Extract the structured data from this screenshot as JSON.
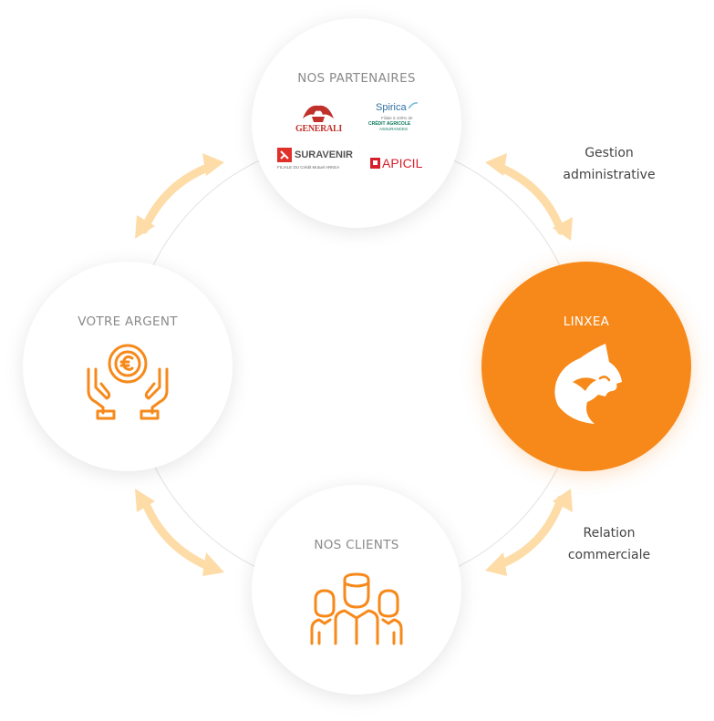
{
  "nodes": {
    "partners": {
      "title": "NOS PARTENAIRES",
      "logos": {
        "generali": "GENERALI",
        "spirica": "Spirica",
        "spirica_sub1": "Filiale à 100% de",
        "spirica_sub2": "CRÉDIT AGRICOLE",
        "spirica_sub3": "ASSURANCES",
        "suravenir": "SURAVENIR",
        "suravenir_sub": "FILIALE DU Crédit Mutuel ARKEA",
        "apicil": "APICIL"
      }
    },
    "money": {
      "title": "VOTRE ARGENT",
      "icon": "hands-euro-coin-icon"
    },
    "linxea": {
      "title": "LINXEA",
      "icon": "lynx-head-logo-icon"
    },
    "clients": {
      "title": "NOS CLIENTS",
      "icon": "group-of-people-icon"
    }
  },
  "labels": {
    "gestion_line1": "Gestion",
    "gestion_line2": "administrative",
    "relation_line1": "Relation",
    "relation_line2": "commerciale"
  },
  "colors": {
    "accent": "#f7891a",
    "arrow": "#fddca8",
    "ring": "#e6e6e6",
    "generali_red": "#c0312b",
    "suravenir_red": "#e0302a",
    "apicil_red": "#d6202c",
    "spirica_blue": "#2f6fa3",
    "ca_green": "#0b7a5c"
  }
}
